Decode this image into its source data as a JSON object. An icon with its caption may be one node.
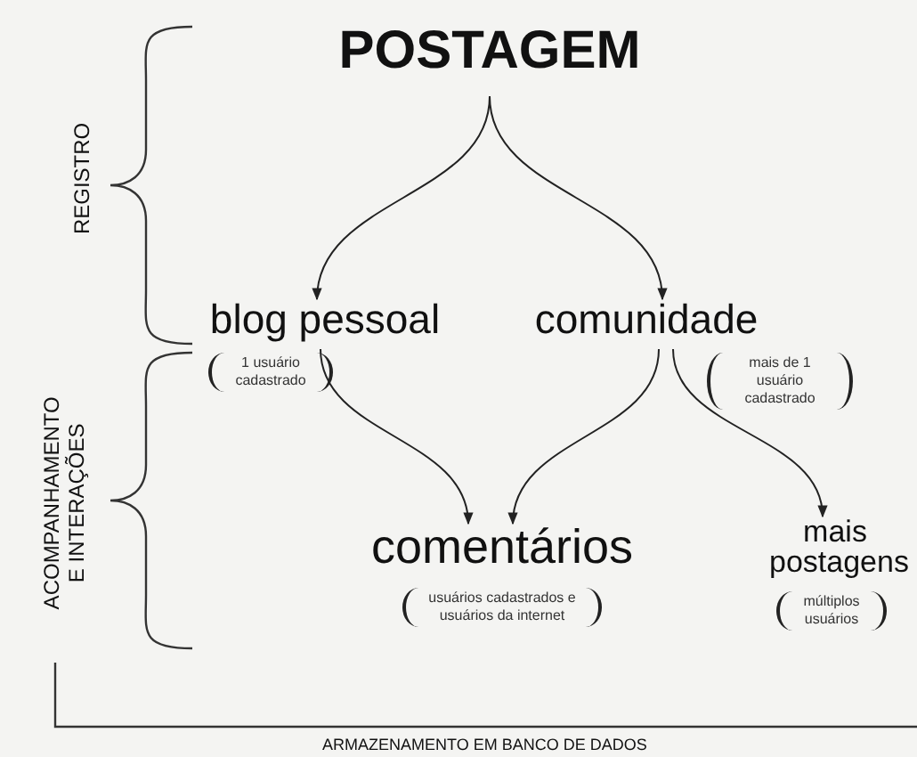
{
  "diagram": {
    "nodes": [
      {
        "text": [
          "POSTAGEM"
        ]
      },
      {
        "text": [
          "blog pessoal"
        ],
        "beside": [
          "1 usuário cadastrado"
        ]
      },
      {
        "text": [
          "comunidade"
        ],
        "beside": [
          "mais de 1 usuário cadastrado"
        ]
      },
      {
        "text": [
          "comentários"
        ],
        "beside": [
          "usuários cadastrados e usuários da internet"
        ]
      },
      {
        "text": [
          "mais postagens"
        ],
        "beside": [
          "múltiplos usuários"
        ]
      }
    ],
    "edges": [
      {
        "from": 0,
        "to": 1,
        "arrow": "to"
      },
      {
        "from": 0,
        "to": 2,
        "arrow": "to"
      },
      {
        "from": 1,
        "to": 3,
        "arrow": "to"
      },
      {
        "from": 2,
        "to": 3,
        "arrow": "to"
      },
      {
        "from": 2,
        "to": 4,
        "arrow": "to"
      }
    ],
    "labels": [
      "REGISTRO",
      "ACOMPANHAMENTO E INTERAÇÕES",
      "ARMAZENAMENTO EM BANCO DE DADOS"
    ]
  }
}
